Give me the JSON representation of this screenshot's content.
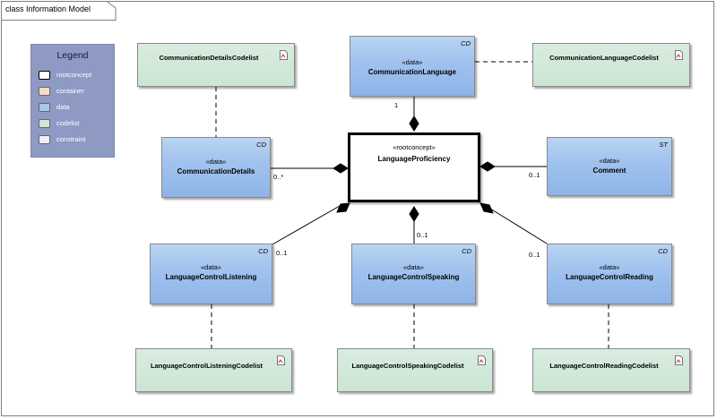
{
  "frame": {
    "title": "class Information Model"
  },
  "legend": {
    "title": "Legend",
    "items": [
      {
        "label": "rootconcept",
        "color": "#ffffff"
      },
      {
        "label": "container",
        "color": "#f6dcc8"
      },
      {
        "label": "data",
        "color": "#a9c8ef"
      },
      {
        "label": "codelist",
        "color": "#cfe8d8"
      },
      {
        "label": "constraint",
        "color": "#efedf8"
      }
    ]
  },
  "classes": {
    "root": {
      "stereotype": "«rootconcept»",
      "name": "LanguageProficiency"
    },
    "comm_language": {
      "stereotype": "«data»",
      "name": "CommunicationLanguage",
      "type": "CD"
    },
    "comm_details": {
      "stereotype": "«data»",
      "name": "CommunicationDetails",
      "type": "CD"
    },
    "comment": {
      "stereotype": "«data»",
      "name": "Comment",
      "type": "ST"
    },
    "listening": {
      "stereotype": "«data»",
      "name": "LanguageControlListening",
      "type": "CD"
    },
    "speaking": {
      "stereotype": "«data»",
      "name": "LanguageControlSpeaking",
      "type": "CD"
    },
    "reading": {
      "stereotype": "«data»",
      "name": "LanguageControlReading",
      "type": "CD"
    }
  },
  "codelists": {
    "comm_details": "CommunicationDetailsCodelist",
    "comm_language": "CommunicationLanguageCodelist",
    "listening": "LanguageControlListeningCodelist",
    "speaking": "LanguageControlSpeakingCodelist",
    "reading": "LanguageControlReadingCodelist"
  },
  "multiplicities": {
    "comm_language": "1",
    "comm_details": "0..*",
    "comment": "0..1",
    "listening": "0..1",
    "speaking": "0..1",
    "reading": "0..1"
  }
}
